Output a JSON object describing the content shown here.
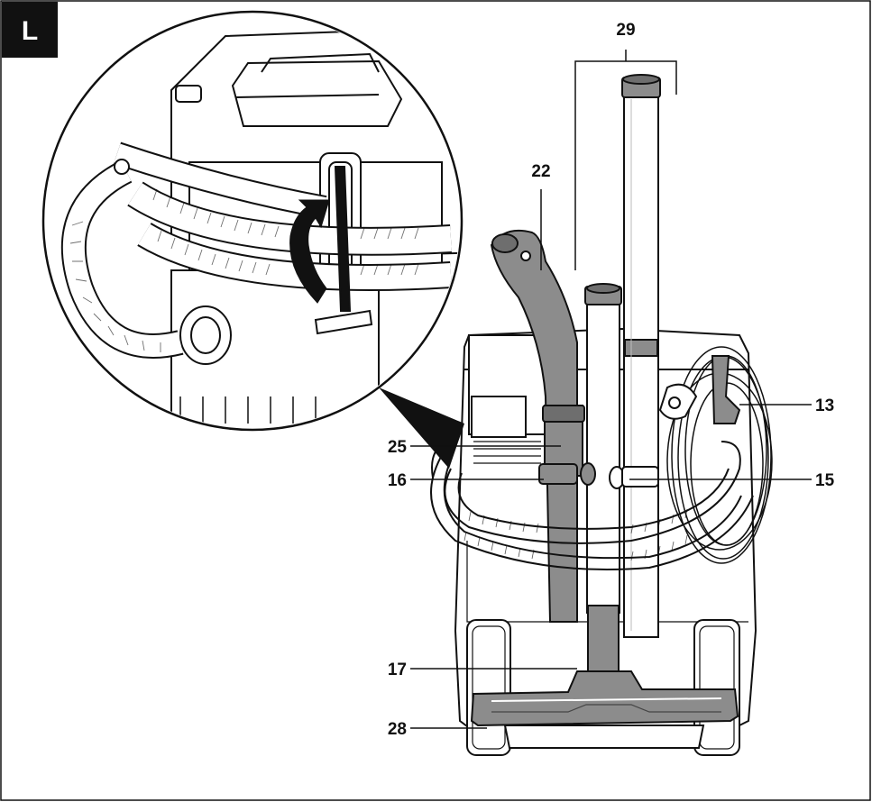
{
  "figure_letter": "L",
  "callouts": [
    {
      "id": "c29",
      "text": "29"
    },
    {
      "id": "c22",
      "text": "22"
    },
    {
      "id": "c13",
      "text": "13"
    },
    {
      "id": "c25",
      "text": "25"
    },
    {
      "id": "c16",
      "text": "16"
    },
    {
      "id": "c15",
      "text": "15"
    },
    {
      "id": "c17",
      "text": "17"
    },
    {
      "id": "c28",
      "text": "28"
    }
  ],
  "colors": {
    "line": "#111111",
    "gray_part": "#8c8c8c",
    "dark_gray": "#6e6e6e",
    "light_gray": "#d9d9d9",
    "badge": "#111111"
  }
}
